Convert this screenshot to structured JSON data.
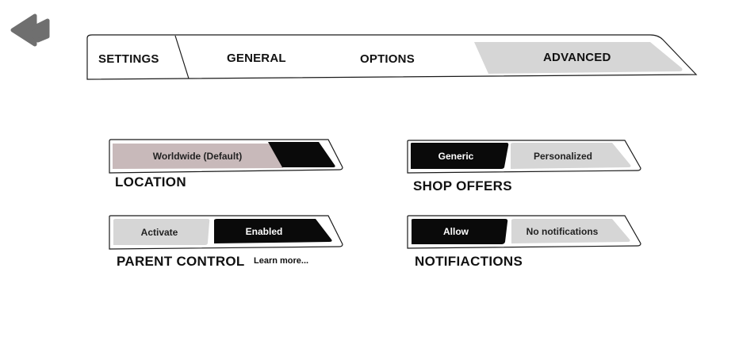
{
  "back": {
    "icon": "rewind-icon"
  },
  "tabs": {
    "settings": "SETTINGS",
    "general": "GENERAL",
    "options": "OPTIONS",
    "advanced": "ADVANCED",
    "active": "ADVANCED"
  },
  "location": {
    "title": "LOCATION",
    "option_worldwide": "Worldwide (Default)",
    "option_other": "",
    "selected": "option_other"
  },
  "shop_offers": {
    "title": "SHOP OFFERS",
    "option_generic": "Generic",
    "option_personalized": "Personalized",
    "selected": "Generic"
  },
  "parent_control": {
    "title": "PARENT CONTROL",
    "learn_more": "Learn more...",
    "option_activate": "Activate",
    "option_enabled": "Enabled",
    "selected": "Enabled"
  },
  "notifications": {
    "title": "NOTIFIACTIONS",
    "option_allow": "Allow",
    "option_none": "No notifications",
    "selected": "Allow"
  },
  "colors": {
    "selected": "#0a0a0a",
    "unselected": "#d6d6d6",
    "location_default": "#c8b9ba",
    "outline": "#1a1a1a",
    "selected_text": "#ffffff"
  }
}
